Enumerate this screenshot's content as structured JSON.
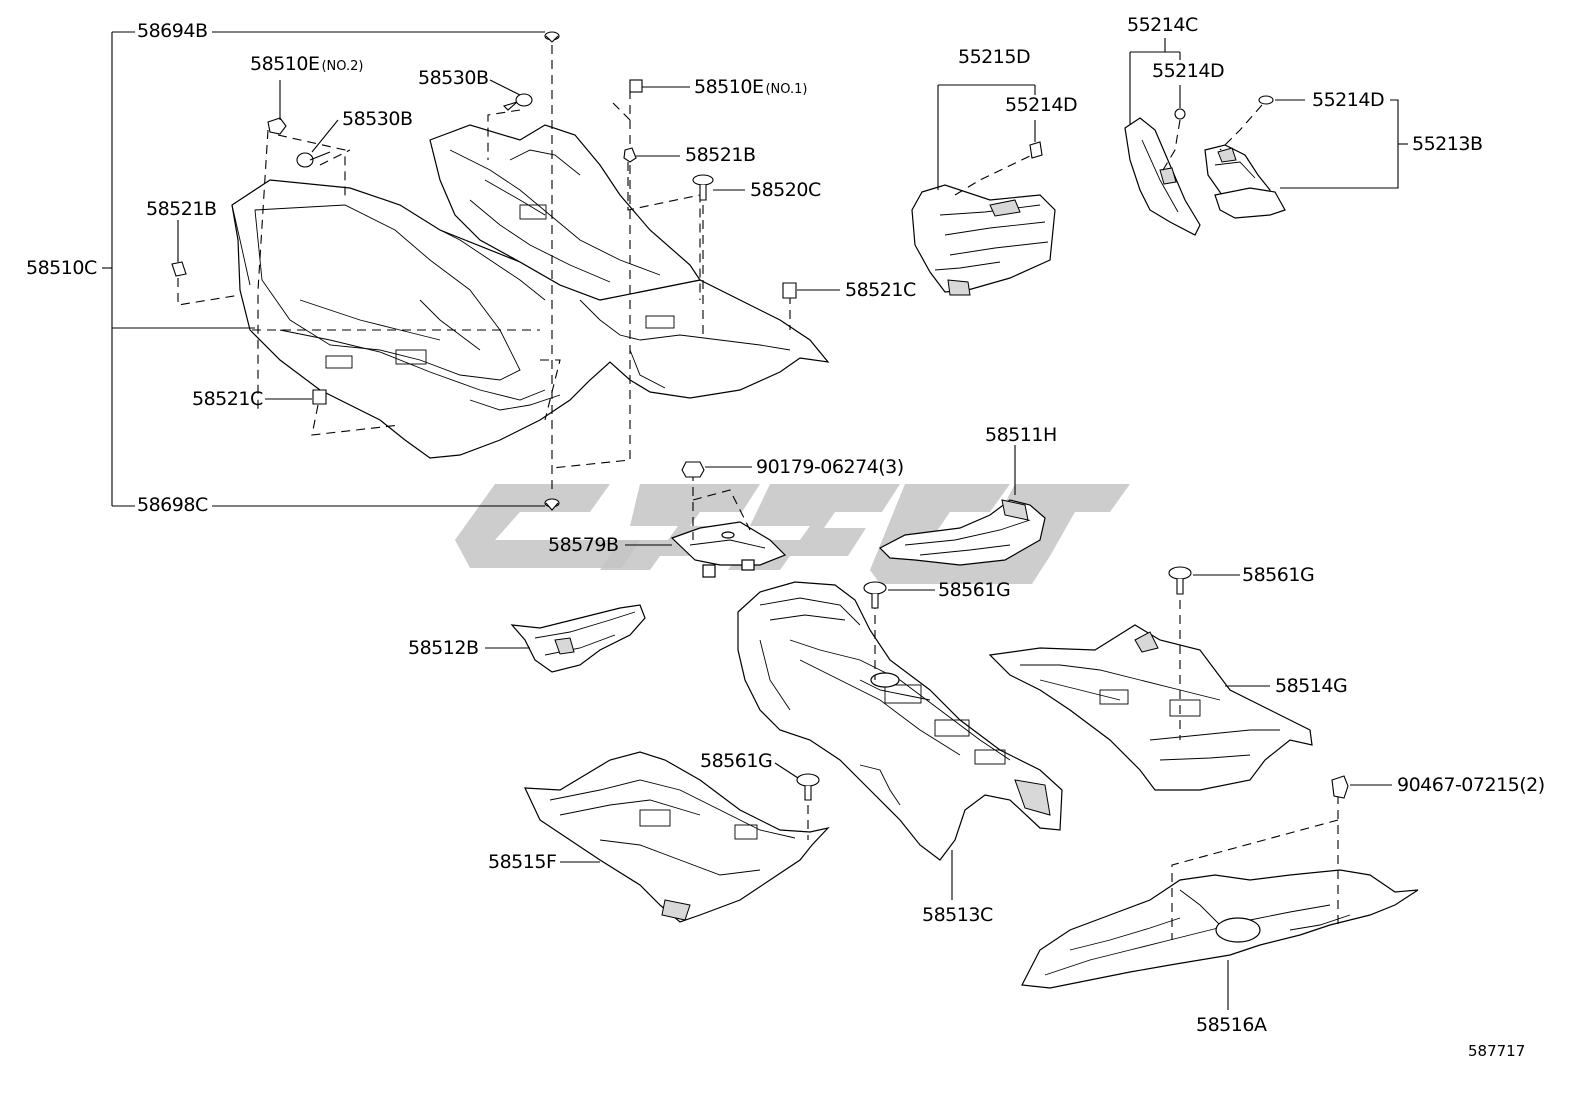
{
  "diagram_id": "587717",
  "labels": {
    "l58694B": "58694B",
    "l58510E_no2": "58510E",
    "l58510E_no2_qty": "(NO.2)",
    "l58530B_top": "58530B",
    "l58530B_left": "58530B",
    "l58510E_no1": "58510E",
    "l58510E_no1_qty": "(NO.1)",
    "l58521B_right": "58521B",
    "l58520C": "58520C",
    "l58521B_left": "58521B",
    "l58510C": "58510C",
    "l58521C_right": "58521C",
    "l58521C_left": "58521C",
    "l58698C": "58698C",
    "l55215D": "55215D",
    "l55214D_a": "55214D",
    "l55214C": "55214C",
    "l55214D_b": "55214D",
    "l55214D_c": "55214D",
    "l55213B": "55213B",
    "l58511H": "58511H",
    "l90179": "90179-06274",
    "l90179_qty": "(3)",
    "l58579B": "58579B",
    "l58561G_center": "58561G",
    "l58561G_right": "58561G",
    "l58512B": "58512B",
    "l58514G": "58514G",
    "l58561G_left": "58561G",
    "l90467": "90467-07215",
    "l90467_qty": "(2)",
    "l58515F": "58515F",
    "l58513C": "58513C",
    "l58516A": "58516A"
  },
  "colors": {
    "line": "#000000",
    "background": "#ffffff",
    "watermark": "#c4c4c4"
  }
}
